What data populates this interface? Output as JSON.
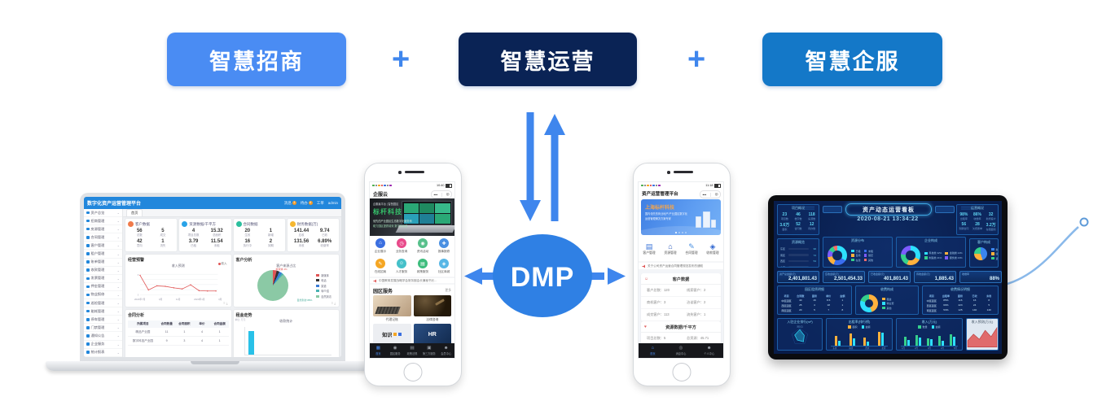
{
  "pillars": {
    "plus": "+",
    "items": [
      {
        "label": "智慧招商",
        "bg": "#4a8cf3"
      },
      {
        "label": "智慧运营",
        "bg": "#0a2355"
      },
      {
        "label": "智慧企服",
        "bg": "#1478c8"
      }
    ]
  },
  "dmp": {
    "label": "DMP",
    "color": "#2f80e4",
    "arrow_color": "#3f86ed"
  },
  "laptop": {
    "header": {
      "title": "数字化资产运营管理平台",
      "right": [
        {
          "label": "消息",
          "badge": "3"
        },
        {
          "label": "待办",
          "badge": "6"
        },
        {
          "label": "工单"
        },
        {
          "label": "admin"
        }
      ]
    },
    "sidebar": [
      "资产总览",
      "招商管理",
      "房源管理",
      "合同管理",
      "客户管理",
      "租户管理",
      "账单管理",
      "收款管理",
      "发票管理",
      "押金管理",
      "物业报修",
      "巡检管理",
      "能耗管理",
      "停车管理",
      "门禁管理",
      "通知公告",
      "企业服务",
      "统计报表",
      "系统设置",
      "权限管理"
    ],
    "tab": "首页",
    "stat_cards": [
      {
        "title": "客户数据",
        "color": "#f07a4a",
        "cells": [
          {
            "v": "56",
            "l": "总数"
          },
          {
            "v": "5",
            "l": "成交"
          },
          {
            "v": "42",
            "l": "意向"
          },
          {
            "v": "1",
            "l": "流失"
          }
        ]
      },
      {
        "title": "资源数据/千平方",
        "color": "#29a3e8",
        "cells": [
          {
            "v": "4",
            "l": "项目总数"
          },
          {
            "v": "15.32",
            "l": "总面积"
          },
          {
            "v": "3.79",
            "l": "已租"
          },
          {
            "v": "11.54",
            "l": "未租"
          }
        ]
      },
      {
        "title": "合同数据",
        "color": "#2bbf9e",
        "cells": [
          {
            "v": "20",
            "l": "生效"
          },
          {
            "v": "1",
            "l": "新增"
          },
          {
            "v": "16",
            "l": "执行中"
          },
          {
            "v": "2",
            "l": "到期"
          }
        ]
      },
      {
        "title": "财务数据(万)",
        "color": "#f5b731",
        "cells": [
          {
            "v": "141.44",
            "l": "应收"
          },
          {
            "v": "9.74",
            "l": "已收"
          },
          {
            "v": "131.56",
            "l": "未收"
          },
          {
            "v": "6.89%",
            "l": "收缴率"
          }
        ]
      }
    ],
    "line_card": {
      "title": "经营预警",
      "chart_title": "收入预测",
      "legend": "收入",
      "color": "#e05555",
      "x": [
        "2022年7月",
        "8月",
        "9月",
        "10月",
        "11月",
        "12月",
        "2023年1月",
        "2月",
        "3月",
        "4月"
      ],
      "values": [
        7.6,
        1.9,
        3.5,
        3.3,
        2.7,
        2.3,
        3.9,
        1.6,
        1.5,
        1.5
      ],
      "ymax": 8
    },
    "pie_card": {
      "title": "客户分析",
      "chart_title": "客户来源占比",
      "callout1": "新媒体 4%",
      "callout2": "自然到访 88%",
      "slices": [
        {
          "label": "新媒体",
          "value": 4,
          "color": "#e05555"
        },
        {
          "label": "电话",
          "value": 3,
          "color": "#333333"
        },
        {
          "label": "渠道",
          "value": 3,
          "color": "#3a7bd5"
        },
        {
          "label": "转介绍",
          "value": 2,
          "color": "#49b2b2"
        },
        {
          "label": "自然到访",
          "value": 88,
          "color": "#8bc9a5"
        }
      ]
    },
    "table_card": {
      "title": "合同分析",
      "headers": [
        "所属项目",
        "合同数量",
        "合同面积",
        "单价",
        "合同金额"
      ],
      "rows": [
        [
          "精品产业园",
          "11",
          "1",
          "4",
          "1"
        ],
        [
          "数字科技产业园",
          "9",
          "3",
          "4",
          "1"
        ]
      ]
    },
    "bar_card": {
      "title": "租金走势",
      "chart_title": "收款统计",
      "unit": "单位: 万元",
      "values": [
        85
      ],
      "color": "#29c1e8"
    }
  },
  "phone1": {
    "status": {
      "time": "10:40"
    },
    "nav": {
      "title": "企服云",
      "menu_dots": "•••",
      "menu_circle": "◎"
    },
    "hero": {
      "tag": "企服赢平台 | 智慧园区",
      "brand": "标杆科技",
      "line1": "领先的产业园区生态数字化服务商",
      "line2": "助力园区提质增效 数字化运营"
    },
    "grid": [
      {
        "label": "企业展示",
        "color": "#3b6fe0",
        "glyph": "⌂"
      },
      {
        "label": "业务查询",
        "color": "#e84a8a",
        "glyph": "◷"
      },
      {
        "label": "资讯活动",
        "color": "#57c08b",
        "glyph": "◉"
      },
      {
        "label": "报事报修",
        "color": "#4a90e2",
        "glyph": "✚"
      },
      {
        "label": "在线招商",
        "color": "#f5a623",
        "glyph": "✎"
      },
      {
        "label": "人才服务",
        "color": "#45c0c9",
        "glyph": "☺"
      },
      {
        "label": "政策服务",
        "color": "#3dbd7d",
        "glyph": "▤"
      },
      {
        "label": "社区商城",
        "color": "#58b7e6",
        "glyph": "◈"
      }
    ],
    "notice": "中国教育发展战略学会常务副会长兼秘书长...",
    "section": {
      "title": "园区服务",
      "more": "更多"
    },
    "cards": [
      {
        "label": "代理记账"
      },
      {
        "label": "法律咨询"
      }
    ],
    "partial_cards": {
      "left_text": "知识",
      "right_text": "HR"
    },
    "tabbar": [
      {
        "label": "首页",
        "glyph": "▦",
        "active": true
      },
      {
        "label": "园区服务",
        "glyph": "◉",
        "active": false
      },
      {
        "label": "政策法规",
        "glyph": "▤",
        "active": false
      },
      {
        "label": "第三方服务",
        "glyph": "▣",
        "active": false
      },
      {
        "label": "会员中心",
        "glyph": "☻",
        "active": false
      }
    ]
  },
  "phone2": {
    "status": {
      "time": "11:18"
    },
    "nav": {
      "title": "资产运营管理平台",
      "menu_dots": "•••",
      "menu_circle": "◎"
    },
    "banner": {
      "brand": "上海标杆科技",
      "line1": "国内领先的商业地产/产业园区数字化",
      "line2": "运营管理解决方案专家"
    },
    "grid": [
      {
        "label": "客户管理",
        "color": "#3b74d9",
        "glyph": "▤"
      },
      {
        "label": "资源管理",
        "color": "#2857b8",
        "glyph": "⌂"
      },
      {
        "label": "合同管理",
        "color": "#4a90e2",
        "glyph": "✎"
      },
      {
        "label": "收款管理",
        "color": "#2f66d0",
        "glyph": "◈"
      }
    ],
    "notice": "关于公司资产运营合同管理规范发布的通知",
    "cards": [
      {
        "title": "客户数据",
        "icon": "☺",
        "rows": [
          [
            "客户总数：120",
            "线索客户：2"
          ],
          [
            "商机客户：3",
            "洽谈客户：2"
          ],
          [
            "成交客户：113",
            "流失客户：1"
          ]
        ]
      },
      {
        "title": "资源数据/千平方",
        "icon": "♥",
        "rows": [
          [
            "项目总数：5",
            "总资源：45.71"
          ],
          [
            "已租：2.95",
            "未租：25.47"
          ]
        ]
      }
    ],
    "tabbar": [
      {
        "label": "首页",
        "glyph": "⌂",
        "active": true
      },
      {
        "label": "消息中心",
        "glyph": "◎",
        "active": false
      },
      {
        "label": "个人中心",
        "glyph": "☻",
        "active": false
      }
    ]
  },
  "tv": {
    "title": "资产动态运营看板",
    "datetime": "2020-08-21 13:34:22",
    "stats_left": {
      "title": "项目概况",
      "items": [
        [
          "23",
          "项目数"
        ],
        [
          "46",
          "楼宇数"
        ],
        [
          "118",
          "房源数"
        ],
        [
          "3.6万",
          "面积"
        ],
        [
          "52",
          "合同数"
        ],
        [
          "12",
          "待办数"
        ]
      ]
    },
    "stats_right": {
      "title": "运营概况",
      "items": [
        [
          "98%",
          "出租率"
        ],
        [
          "86%",
          "收缴率"
        ],
        [
          "32",
          "新增客户"
        ],
        [
          "56",
          "到期合同"
        ],
        [
          "28",
          "欠费账单"
        ],
        [
          "3.2万",
          "在租面积"
        ]
      ]
    },
    "bars_panel": {
      "title": "资源概览",
      "rows": [
        {
          "label": "东区",
          "pct": 90,
          "value": "96"
        },
        {
          "label": "南区",
          "pct": 68,
          "value": "72"
        },
        {
          "label": "西区",
          "pct": 50,
          "value": "54"
        },
        {
          "label": "北区",
          "pct": 34,
          "value": "38"
        }
      ]
    },
    "donut1": {
      "title": "资源分布",
      "slices": [
        {
          "label": "已租",
          "pct": 34,
          "color": "#2de0ff"
        },
        {
          "label": "未租",
          "pct": 22,
          "color": "#3a6df0"
        },
        {
          "label": "自用",
          "pct": 16,
          "color": "#ffb13d"
        },
        {
          "label": "锁定",
          "pct": 12,
          "color": "#7c5cff"
        },
        {
          "label": "在建",
          "pct": 9,
          "color": "#35d08c"
        },
        {
          "label": "其他",
          "pct": 7,
          "color": "#f56c6c"
        }
      ]
    },
    "donut2": {
      "title": "企业构成",
      "slices": [
        {
          "label": "科技类 32%",
          "pct": 32,
          "color": "#2de0ff"
        },
        {
          "label": "金融类 24%",
          "pct": 24,
          "color": "#ffb13d"
        },
        {
          "label": "制造类 21%",
          "pct": 21,
          "color": "#35d08c"
        },
        {
          "label": "服务类 23%",
          "pct": 23,
          "color": "#7c5cff"
        }
      ]
    },
    "pie_right": {
      "title": "客户构成",
      "slices": [
        {
          "label": "新签",
          "pct": 45,
          "color": "#3a85f0"
        },
        {
          "label": "续签",
          "pct": 30,
          "color": "#ffb13d"
        },
        {
          "label": "退租",
          "pct": 25,
          "color": "#35d08c"
        }
      ]
    },
    "kpis": [
      {
        "label": "资产总金额(元)",
        "value": "2,401,801.43"
      },
      {
        "label": "应收金额(元)",
        "value": "2,501,454.33"
      },
      {
        "label": "已收金额(元)",
        "value": "401,801.43"
      },
      {
        "label": "待收金额(元)",
        "value": "1,885.43"
      },
      {
        "label": "收缴率",
        "value": "88%"
      }
    ],
    "table_left": {
      "title": "园区租赁明细",
      "headers": [
        "项目",
        "合同数",
        "面积",
        "单价",
        "金额"
      ],
      "rows": [
        [
          "中区园区",
          "40",
          "16",
          "8.5",
          "1"
        ],
        [
          "西区园区",
          "25",
          "4",
          "18",
          "1"
        ],
        [
          "南区园区",
          "20",
          "5",
          "7",
          "8"
        ]
      ]
    },
    "donut_center": {
      "title": "收费构成",
      "slices": [
        {
          "label": "租金",
          "pct": 45,
          "color": "#ffb13d"
        },
        {
          "label": "物业费",
          "pct": 35,
          "color": "#2de0ff"
        },
        {
          "label": "其他",
          "pct": 20,
          "color": "#35d08c"
        }
      ]
    },
    "table_right": {
      "title": "收费情况明细",
      "headers": [
        "项目",
        "出租率",
        "面积",
        "已收",
        "未收"
      ],
      "rows": [
        [
          "中区园区",
          "85%",
          "116",
          "16",
          "8"
        ],
        [
          "西区园区",
          "69%",
          "423",
          "24",
          "5"
        ],
        [
          "南区园区",
          "53%",
          "125",
          "140",
          "140"
        ]
      ]
    },
    "radar": {
      "title": "入驻企业排行(m²)",
      "top_label": "350.21",
      "values": [
        0.85,
        0.55,
        0.75,
        0.5,
        0.65
      ]
    },
    "bars1": {
      "title": "出租率(排行榜)",
      "colors": [
        "#ffb13d",
        "#2de0ff"
      ],
      "legend": [
        {
          "label": "面积",
          "color": "#ffb13d"
        },
        {
          "label": "金额",
          "color": "#2de0ff"
        }
      ],
      "groups": [
        [
          12,
          6
        ],
        [
          15,
          9
        ],
        [
          10,
          5
        ],
        [
          17,
          16
        ]
      ],
      "xlabels": [
        "东区",
        "南区",
        "西区",
        "北区"
      ]
    },
    "bars2": {
      "title": "收入(万元)",
      "colors": [
        "#35d08c",
        "#2de0ff"
      ],
      "legend": [
        {
          "label": "数量",
          "color": "#35d08c"
        },
        {
          "label": "金额",
          "color": "#2de0ff"
        }
      ],
      "groups": [
        [
          11,
          7
        ],
        [
          13,
          10
        ],
        [
          9,
          8
        ],
        [
          12,
          6
        ],
        [
          14,
          11
        ]
      ],
      "xlabels": [
        "1月",
        "2月",
        "3月",
        "4月",
        "5月"
      ]
    },
    "area": {
      "title": "收入预测(万元)",
      "color": "#e05555",
      "points": [
        5,
        10,
        6,
        13,
        8,
        15
      ]
    }
  }
}
